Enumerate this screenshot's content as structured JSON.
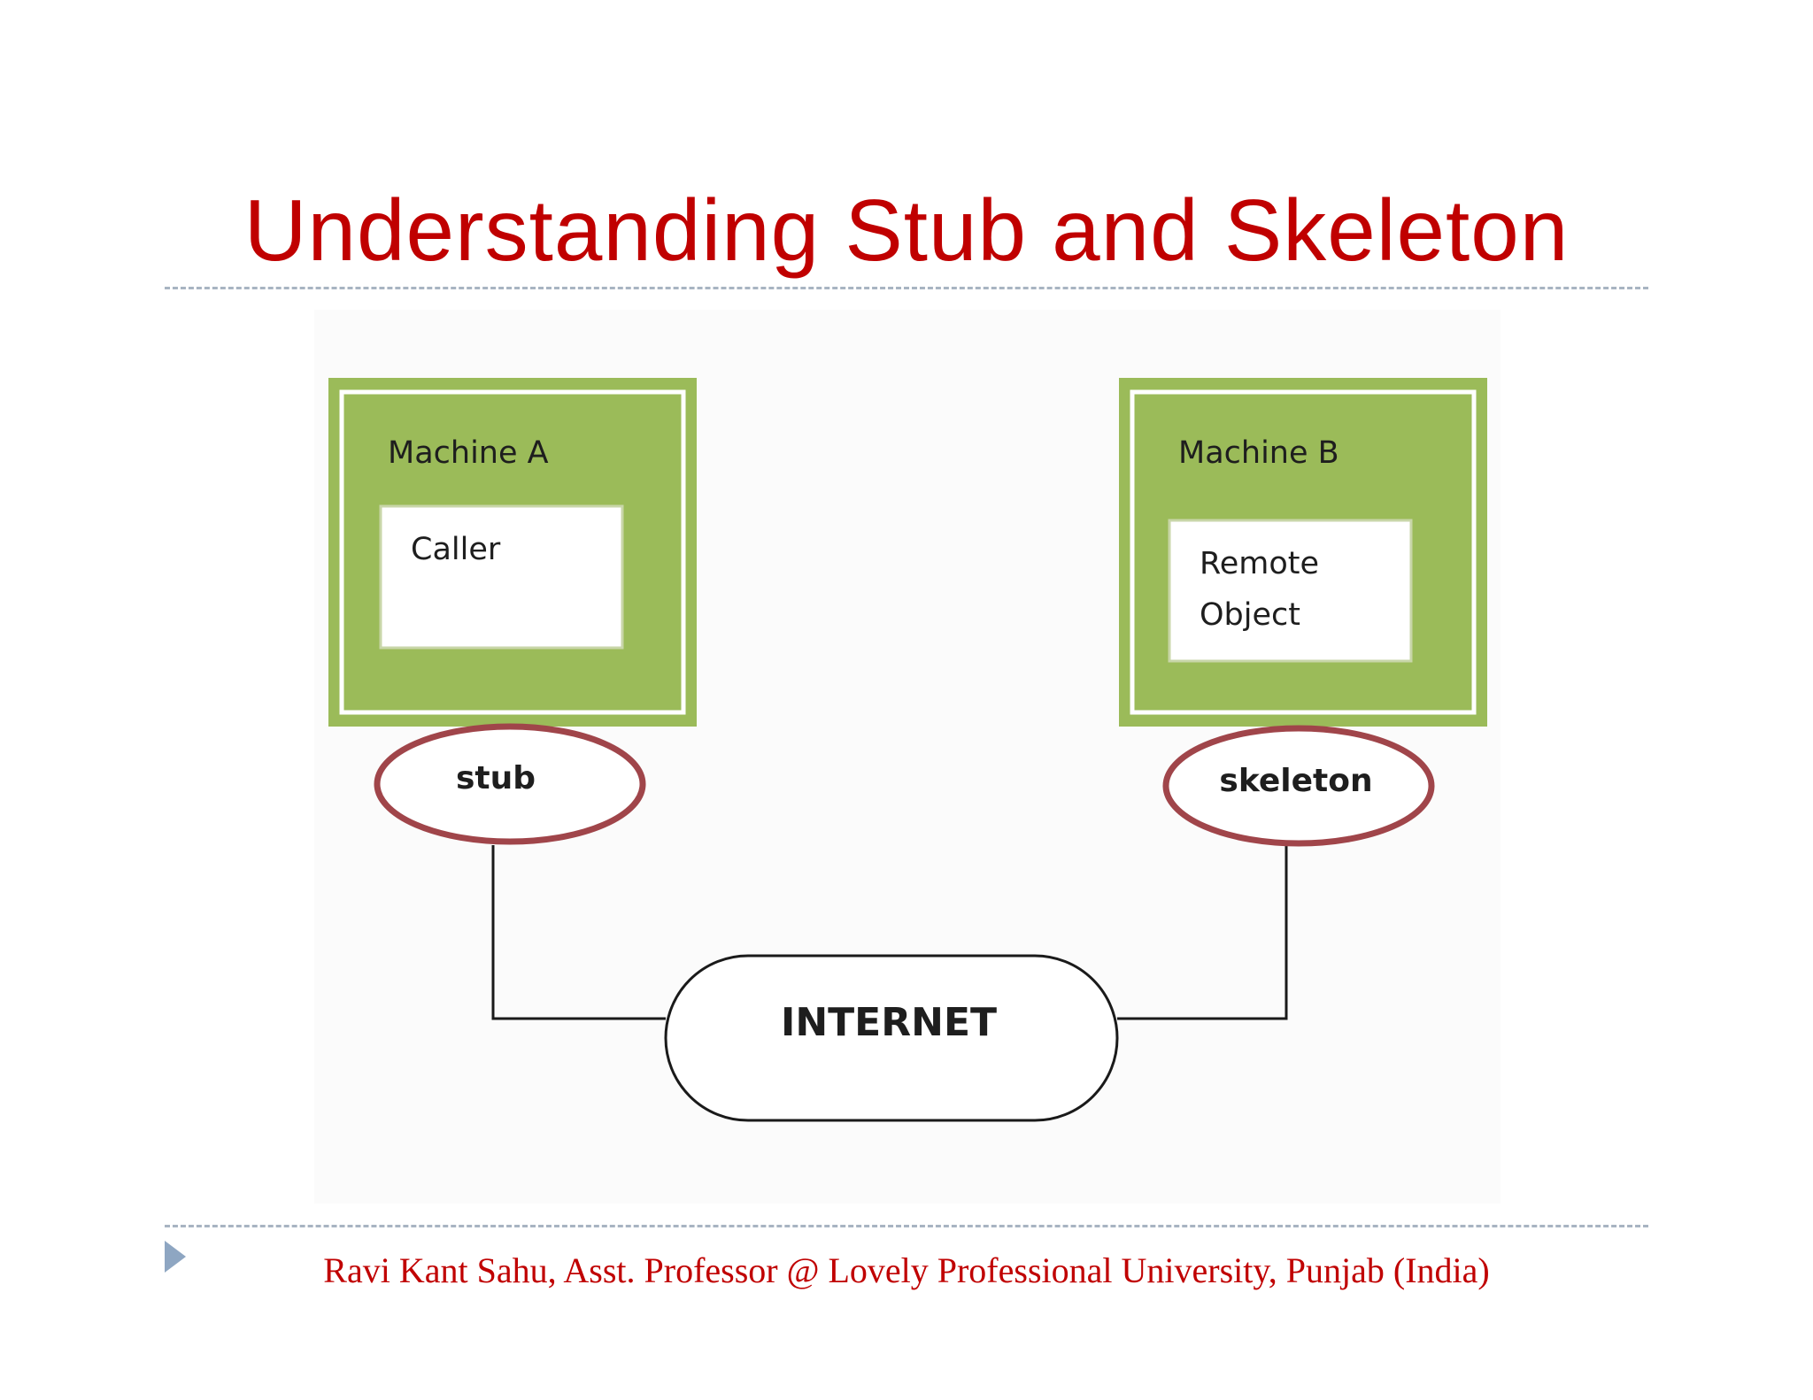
{
  "title": "Understanding Stub and Skeleton",
  "diagram": {
    "machine_a": {
      "label": "Machine A",
      "inner": "Caller"
    },
    "machine_b": {
      "label": "Machine B",
      "inner_line1": "Remote",
      "inner_line2": "Object"
    },
    "stub_label": "stub",
    "skeleton_label": "skeleton",
    "internet_label": "INTERNET"
  },
  "footer": "Ravi Kant Sahu, Asst. Professor @ Lovely Professional University, Punjab (India)",
  "colors": {
    "title": "#c00000",
    "machine_fill": "#9bbb59",
    "oval_stroke": "#a0454a",
    "rule": "#a8b4c2",
    "footer_arrow": "#8ea6c2"
  }
}
